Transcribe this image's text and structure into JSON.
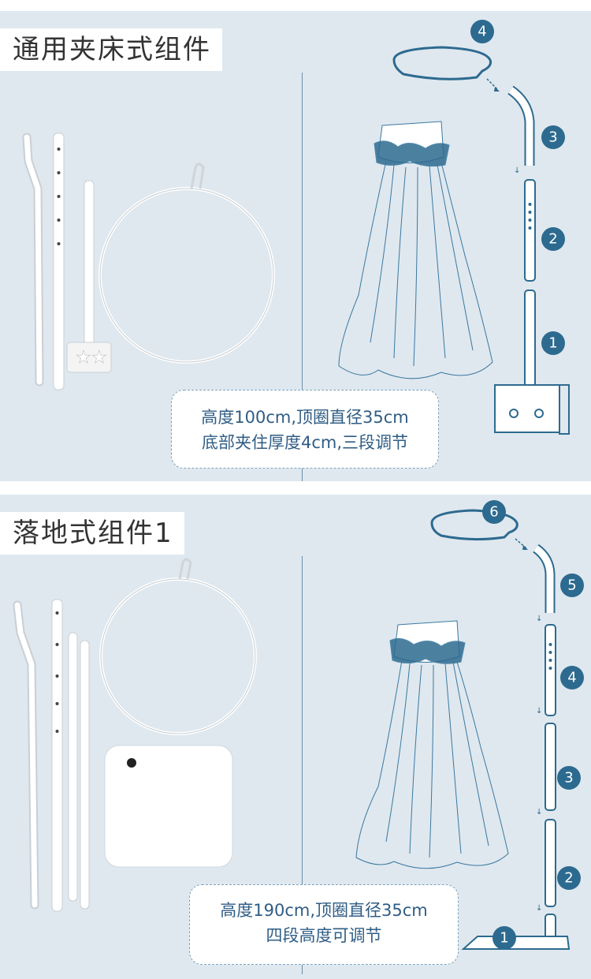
{
  "clip_kit": {
    "title": "通用夹床式组件",
    "info_line1": "高度100cm,顶圈直径35cm",
    "info_line2": "底部夹住厚度4cm,三段调节",
    "step_numbers": [
      "4",
      "3",
      "2",
      "1"
    ]
  },
  "floor_kit": {
    "title": "落地式组件1",
    "info_line1": "高度190cm,顶圈直径35cm",
    "info_line2": "四段高度可调节",
    "step_numbers": [
      "6",
      "5",
      "4",
      "3",
      "2",
      "1"
    ]
  },
  "colors": {
    "panel_bg": "#dfe8ef",
    "accent_blue": "#2d6a8f",
    "text_blue": "#2f5d85"
  }
}
